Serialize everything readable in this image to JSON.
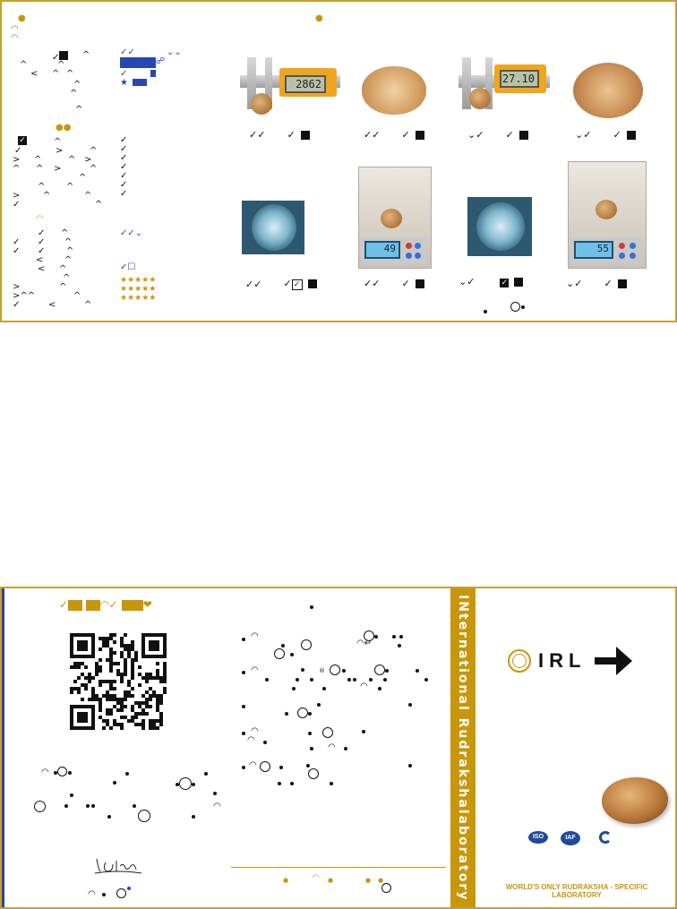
{
  "report": {
    "photos": {
      "caliper_1_reading": "2862",
      "caliper_2_reading": "27.10",
      "scale_1_reading": "49",
      "scale_2_reading": "55"
    }
  },
  "brand": {
    "vertical_title": "INternational Rudrakshalaboratory",
    "logo_text": "IRL",
    "tagline": "WORLD'S ONLY RUDRAKSHA - SPECIFIC LABORATORY",
    "accreditations": [
      "ISO",
      "IAF"
    ]
  },
  "colors": {
    "gold": "#c8960a",
    "blue": "#2747b5",
    "border": "#c8a032"
  },
  "icons": {
    "arrow": "right-arrow-icon",
    "seal": "seal-icon",
    "qr": "qr-code"
  }
}
